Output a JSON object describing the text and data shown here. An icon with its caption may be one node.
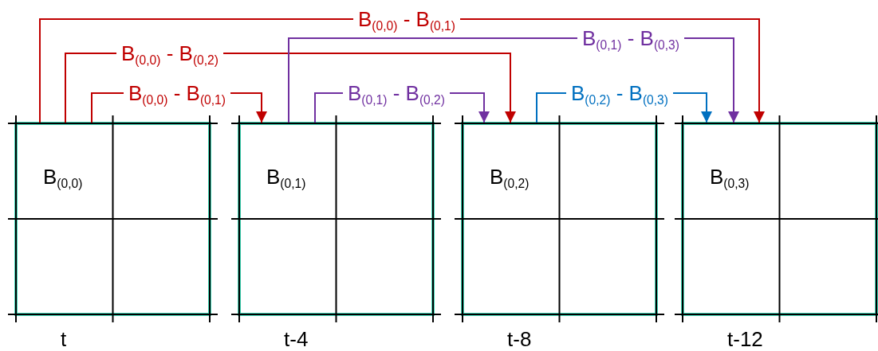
{
  "diagram": {
    "nodes": [
      {
        "text": [
          "B$_{(0,0)}$"
        ],
        "beside": [
          "t"
        ]
      },
      {
        "text": [
          "B$_{(0,1)}$"
        ],
        "beside": [
          "t-4"
        ]
      },
      {
        "text": [
          "B$_{(0,2)}$"
        ],
        "beside": [
          "t-8"
        ]
      },
      {
        "text": [
          "B$_{(0,3)}$"
        ],
        "beside": [
          "t-12"
        ]
      }
    ],
    "edges": [
      {
        "from": 0,
        "to": 3,
        "arrow": "to",
        "label": "B$_{(0,0)}$ - B$_{(0,1)}$",
        "color": "#c00000"
      },
      {
        "from": 0,
        "to": 2,
        "arrow": "to",
        "label": "B$_{(0,0)}$ - B$_{(0,2)}$",
        "color": "#c00000"
      },
      {
        "from": 0,
        "to": 1,
        "arrow": "to",
        "label": "B$_{(0,0)}$ - B$_{(0,1)}$",
        "color": "#c00000"
      },
      {
        "from": 1,
        "to": 3,
        "arrow": "to",
        "label": "B$_{(0,1)}$ - B$_{(0,3)}$",
        "color": "#7030a0"
      },
      {
        "from": 1,
        "to": 2,
        "arrow": "to",
        "label": "B$_{(0,1)}$ - B$_{(0,2)}$",
        "color": "#7030a0"
      },
      {
        "from": 2,
        "to": 3,
        "arrow": "to",
        "label": "B$_{(0,2)}$ - B$_{(0,3)}$",
        "color": "#0070c0"
      }
    ]
  }
}
